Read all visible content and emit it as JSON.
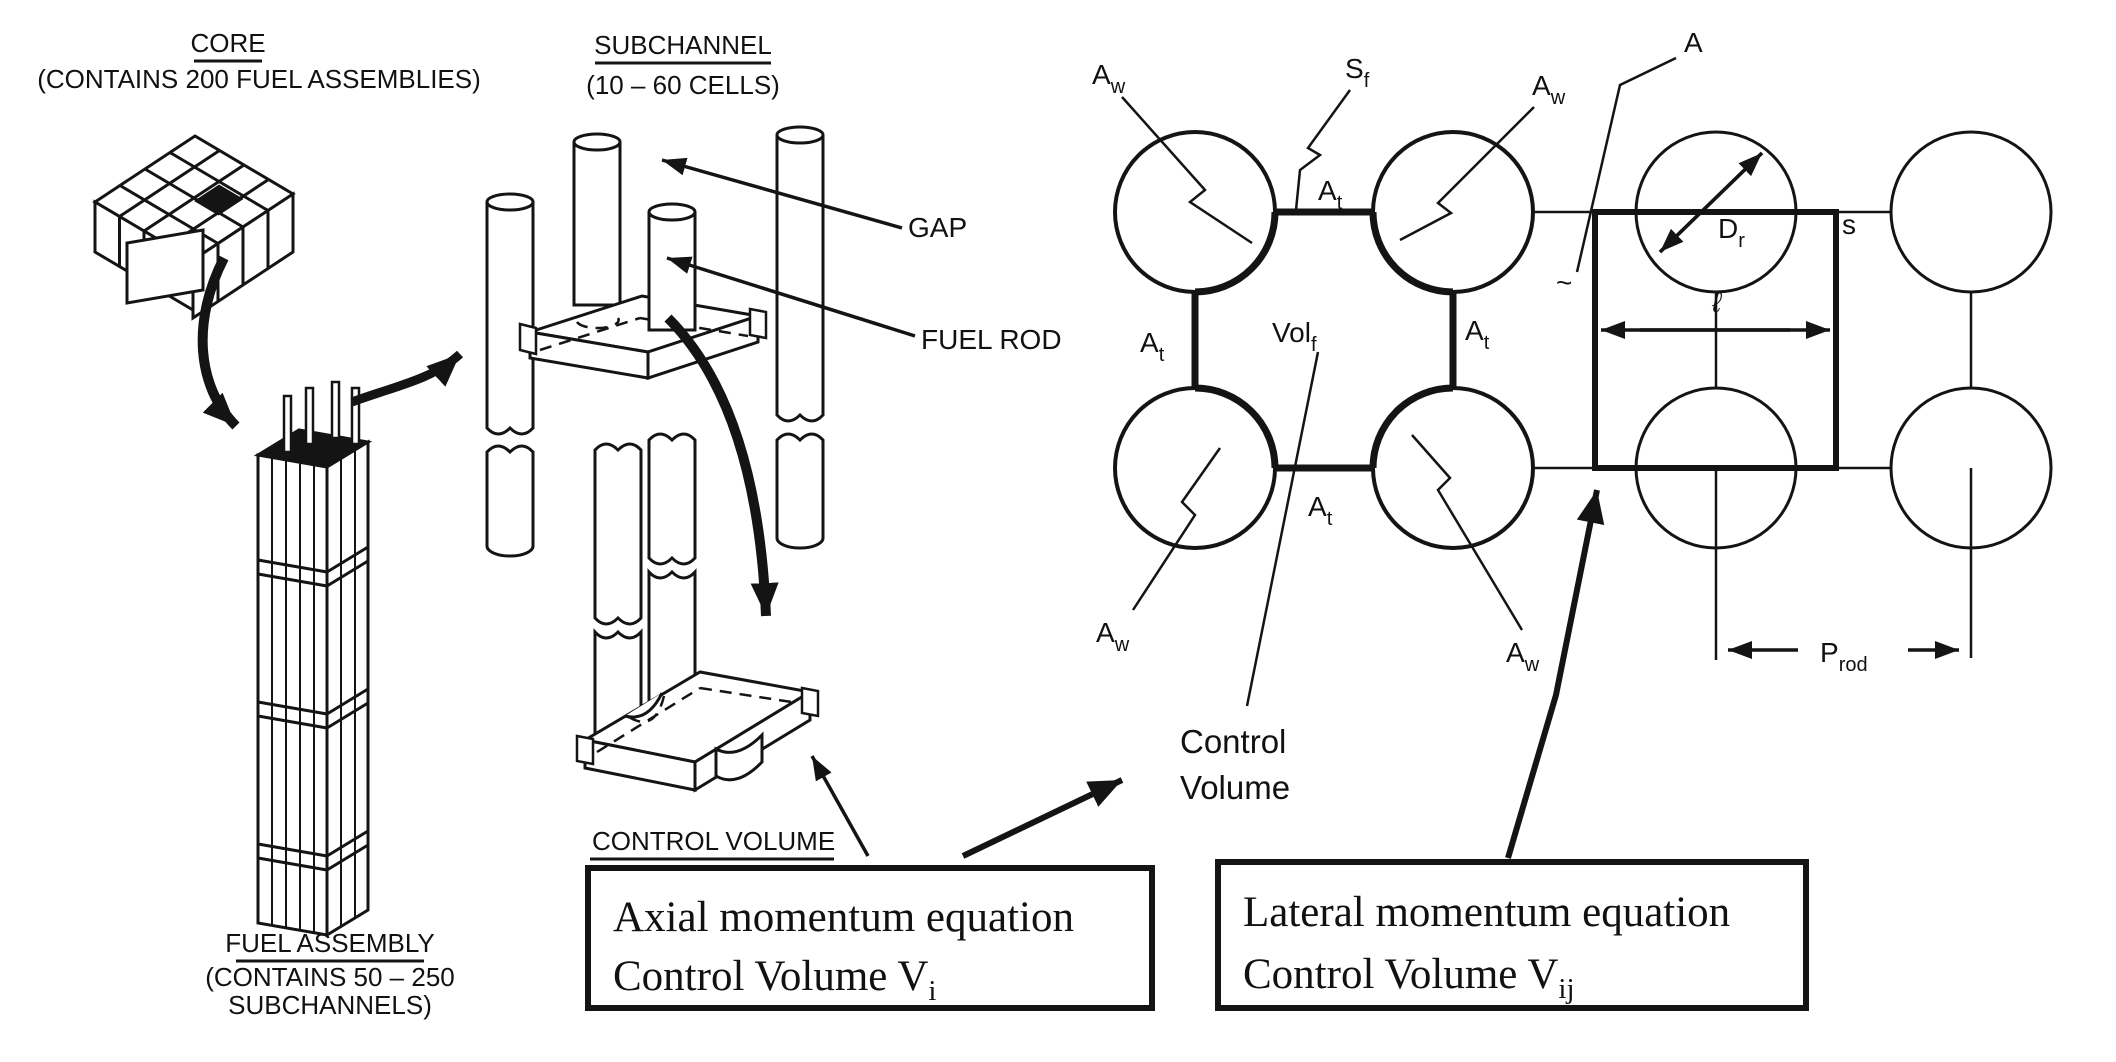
{
  "figure": {
    "background": "#ffffff",
    "ink": "#141414",
    "description_labels_visible_only": true
  },
  "captions": {
    "core": {
      "title": "CORE",
      "subtitle": "(CONTAINS 200 FUEL ASSEMBLIES)"
    },
    "subchannel": {
      "title": "SUBCHANNEL",
      "subtitle": "(10 – 60 CELLS)"
    },
    "fuel_assembly": {
      "title": "FUEL ASSEMBLY",
      "subtitle_line1": "(CONTAINS 50 – 250",
      "subtitle_line2": "SUBCHANNELS)"
    },
    "control_volume": {
      "title": "CONTROL VOLUME"
    }
  },
  "callouts": {
    "gap": "GAP",
    "fuel_rod": "FUEL ROD"
  },
  "boxes": {
    "axial": {
      "line1": "Axial momentum equation",
      "line2_base": "Control Volume V",
      "line2_sub": "i"
    },
    "lateral": {
      "line1": "Lateral momentum equation",
      "line2_base": "Control Volume V",
      "line2_sub": "ij"
    }
  },
  "lattice": {
    "structure": {
      "rows": 2,
      "columns": 4,
      "rod_shape": "circle"
    },
    "aw": {
      "base": "A",
      "sub": "w"
    },
    "at": {
      "base": "A",
      "sub": "t"
    },
    "sf": {
      "base": "S",
      "sub": "f"
    },
    "volf": {
      "base": "Vol",
      "sub": "f"
    },
    "dr": {
      "base": "D",
      "sub": "r"
    },
    "prod": {
      "base": "P",
      "sub": "rod"
    },
    "a": "A",
    "s": "s",
    "ell": "ℓ",
    "tilde": "~",
    "note_line1": "Control",
    "note_line2": "Volume"
  }
}
